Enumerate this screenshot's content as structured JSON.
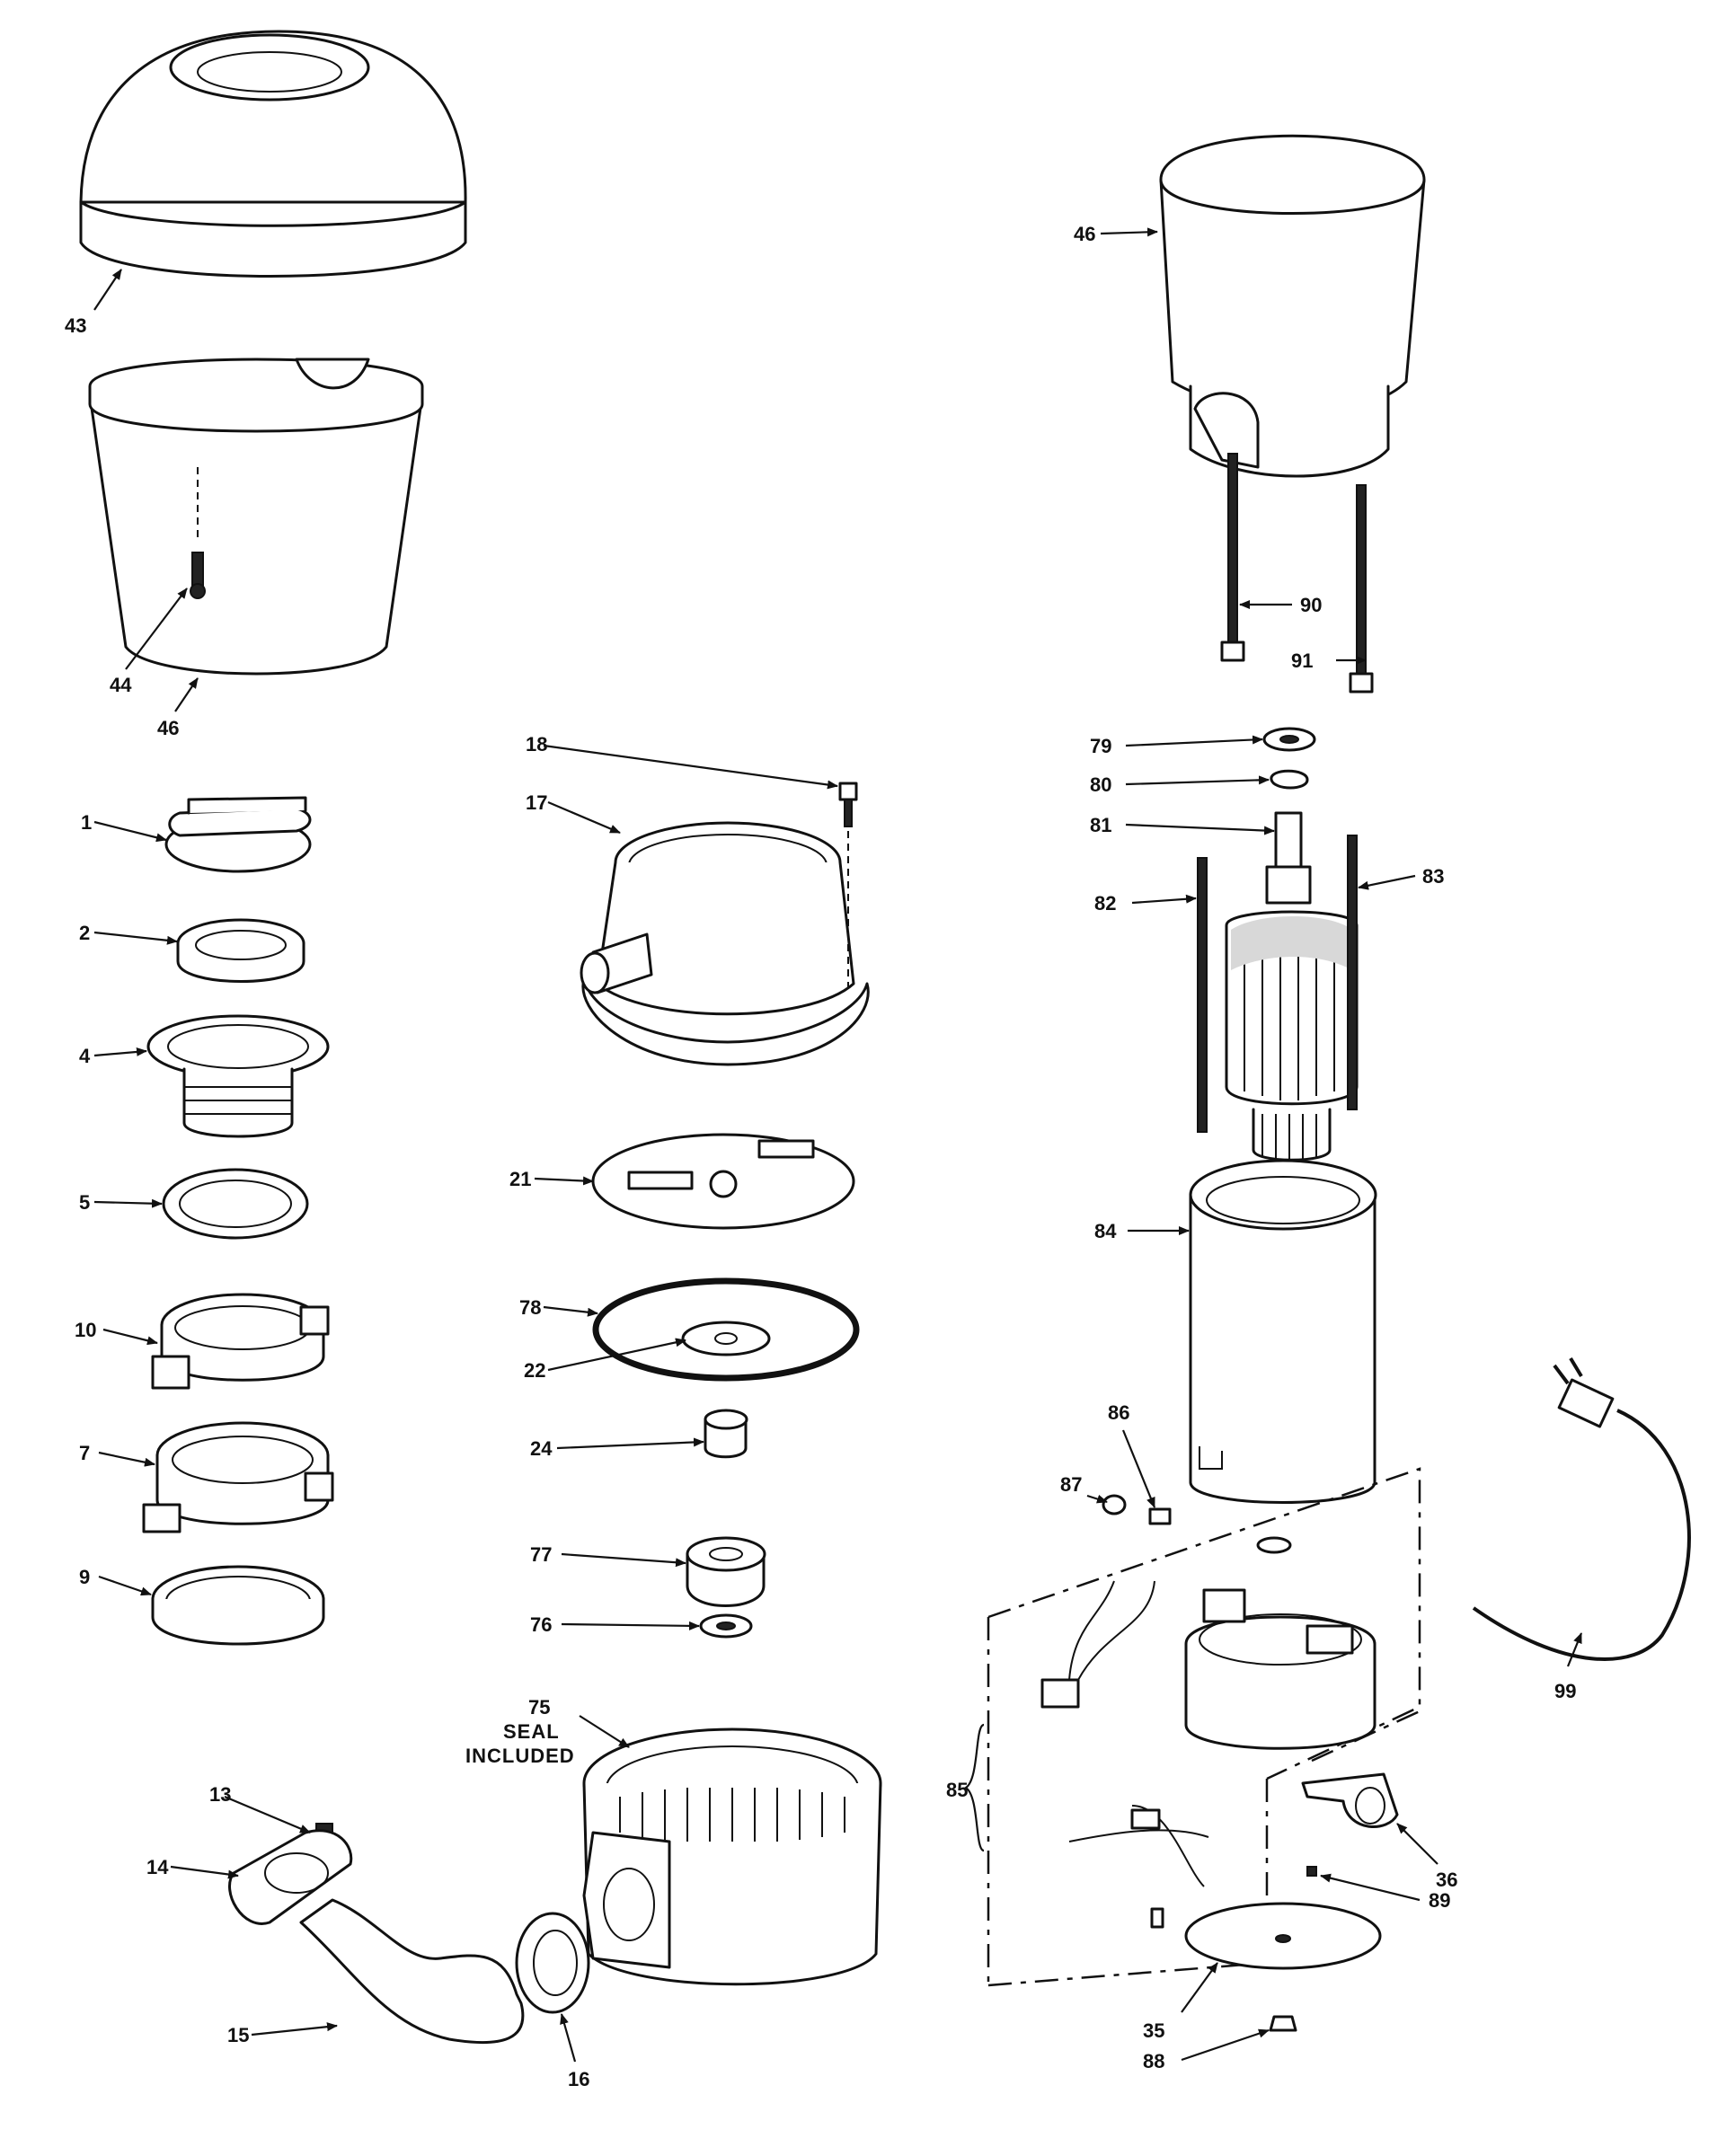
{
  "labels": {
    "l43": "43",
    "l44": "44",
    "l46a": "46",
    "l1": "1",
    "l2": "2",
    "l4": "4",
    "l5": "5",
    "l10": "10",
    "l7": "7",
    "l9": "9",
    "l13": "13",
    "l14": "14",
    "l15": "15",
    "l16": "16",
    "l18": "18",
    "l17": "17",
    "l21": "21",
    "l78": "78",
    "l22": "22",
    "l24": "24",
    "l77": "77",
    "l76": "76",
    "l75": "75",
    "l46b": "46",
    "l90": "90",
    "l91": "91",
    "l79": "79",
    "l80": "80",
    "l81": "81",
    "l82": "82",
    "l83": "83",
    "l84": "84",
    "l86": "86",
    "l87": "87",
    "l85": "85",
    "l99": "99",
    "l36": "36",
    "l89": "89",
    "l35": "35",
    "l88": "88"
  },
  "note_75": {
    "line1": "SEAL",
    "line2": "INCLUDED"
  },
  "colors": {
    "ink": "#111111",
    "paper": "#ffffff"
  }
}
